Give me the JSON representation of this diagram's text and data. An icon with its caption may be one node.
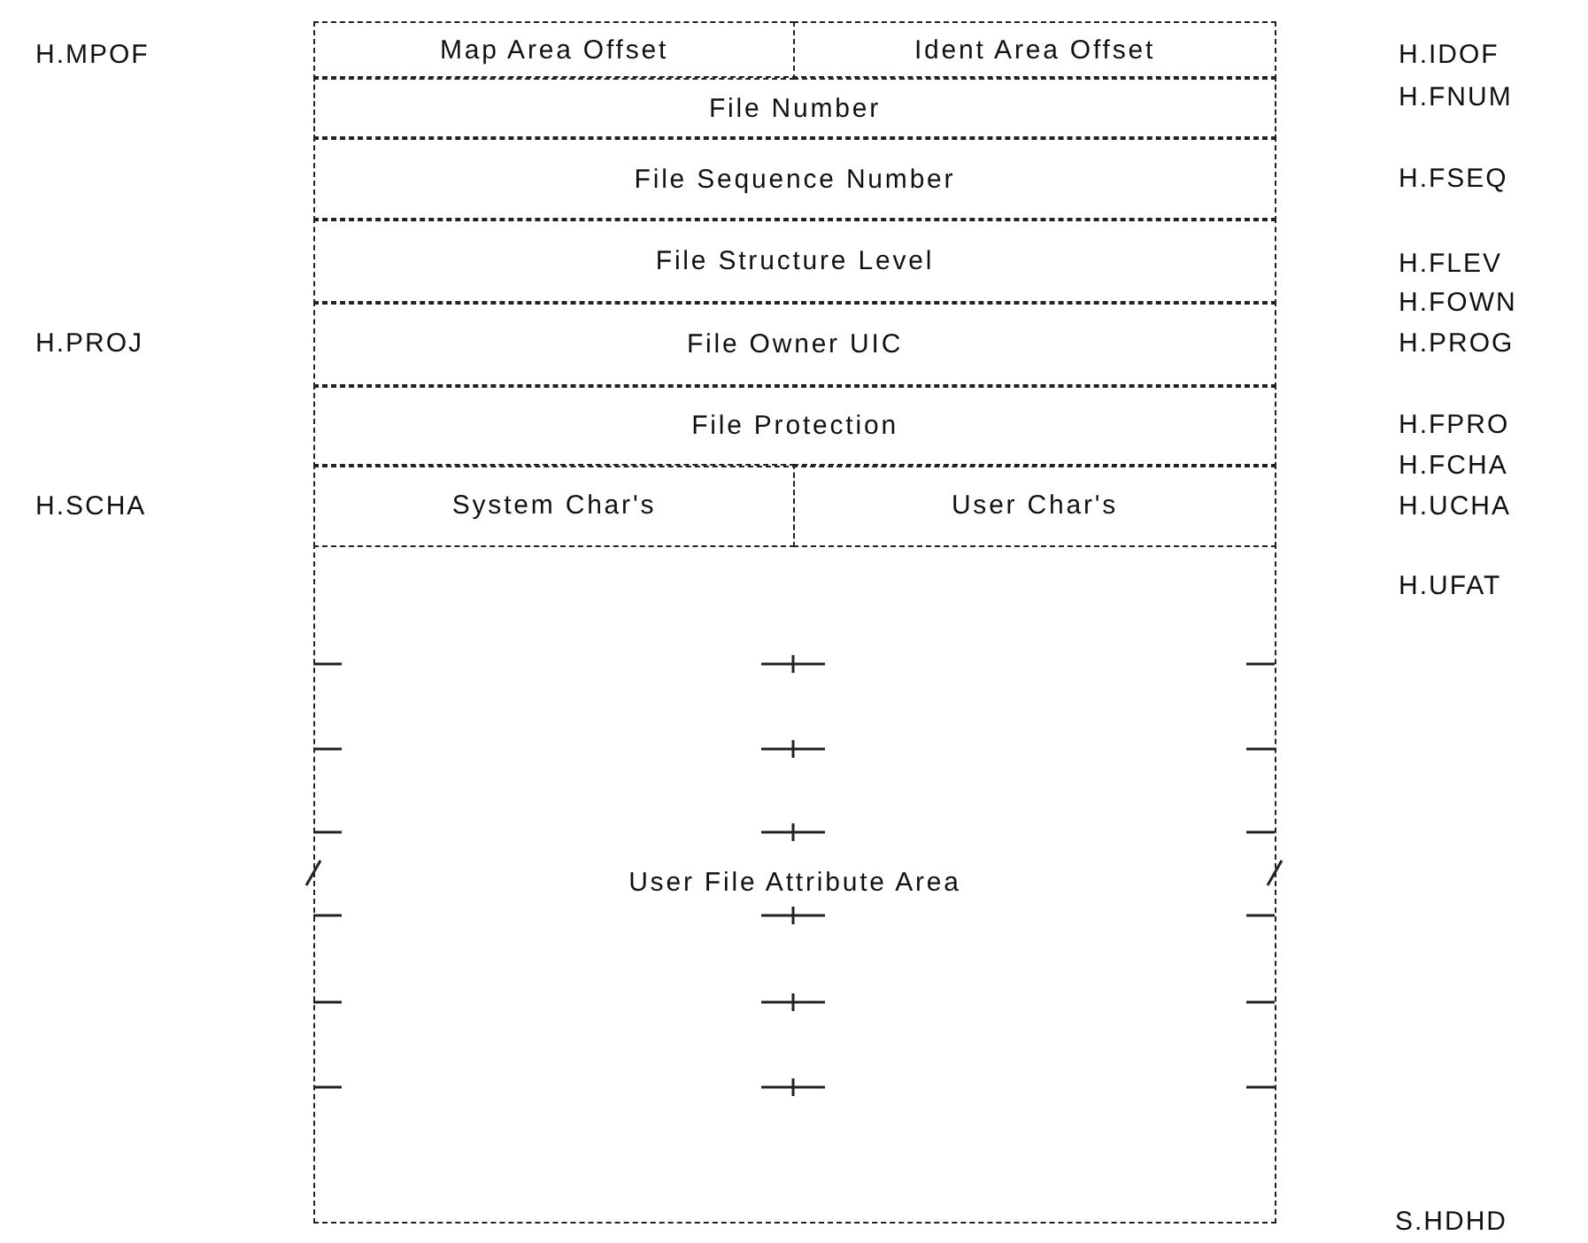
{
  "diagram": {
    "nodes": [
      {
        "text": [
          "Map Area Offset"
        ]
      },
      {
        "text": [
          "Ident Area Offset"
        ]
      },
      {
        "text": [
          "File Number"
        ]
      },
      {
        "text": [
          "File Sequence Number"
        ]
      },
      {
        "text": [
          "File Structure Level"
        ]
      },
      {
        "text": [
          "File Owner UIC"
        ]
      },
      {
        "text": [
          "File Protection"
        ]
      },
      {
        "text": [
          "System Char's"
        ]
      },
      {
        "text": [
          "User Char's"
        ]
      },
      {
        "text": [
          "User File Attribute Area"
        ]
      }
    ],
    "labels": [
      "H.MPOF",
      "H.IDOF",
      "H.FNUM",
      "H.FSEQ",
      "H.FLEV",
      "H.FOWN",
      "H.PROJ",
      "H.PROG",
      "H.FPRO",
      "H.FCHA",
      "H.SCHA",
      "H.UCHA",
      "H.UFAT",
      "S.HDHD"
    ]
  }
}
